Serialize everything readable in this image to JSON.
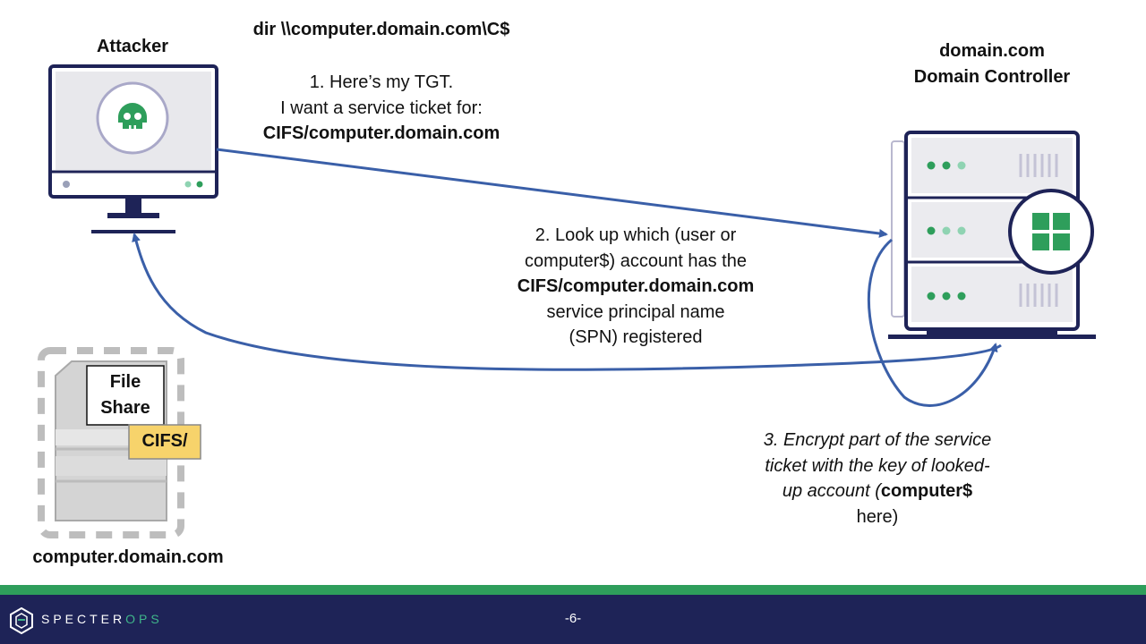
{
  "attacker": {
    "label": "Attacker"
  },
  "command": "dir \\\\computer.domain.com\\C$",
  "step1": {
    "line1": "1. Here’s my TGT.",
    "line2": "I want a service ticket for:",
    "spn": "CIFS/computer.domain.com"
  },
  "dc": {
    "domain": "domain.com",
    "role": "Domain Controller"
  },
  "step2": {
    "line1": "2. Look up which (user or",
    "line2": "computer$) account has the",
    "spn": "CIFS/computer.domain.com",
    "line4": "service principal name",
    "line5": "(SPN) registered"
  },
  "fileshare": {
    "label_line1": "File",
    "label_line2": "Share",
    "tag": "CIFS/",
    "hostname": "computer.domain.com"
  },
  "step3": {
    "line1": "3. Encrypt part of the service",
    "line2": "ticket with the key of looked-",
    "line3_prefix": "up account (",
    "line3_bold": "computer$",
    "line4": "here)"
  },
  "footer": {
    "brand_main": "SPECTER",
    "brand_accent": "OPS",
    "page_number": "-6-"
  },
  "colors": {
    "arrow": "#3a5fa8",
    "accent_green": "#2e9e5b",
    "navy": "#1e2357",
    "cifs_tag": "#f7d36b"
  },
  "icons": [
    "skull-icon",
    "windows-logo-icon",
    "specterops-logo-icon"
  ]
}
